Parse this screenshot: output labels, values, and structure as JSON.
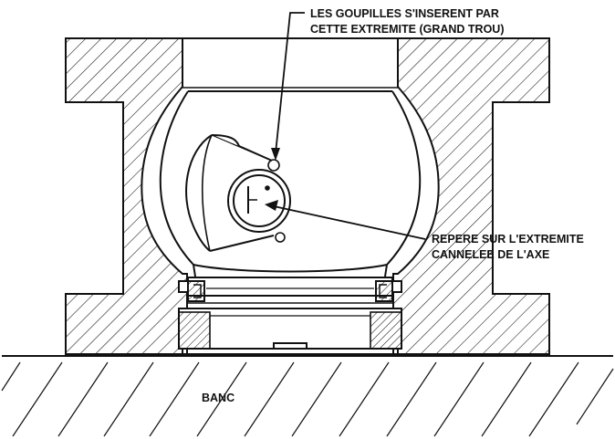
{
  "callouts": {
    "pins_line1": "LES GOUPILLES S'INSERENT PAR",
    "pins_line2": "CETTE EXTREMITE (GRAND TROU)",
    "mark_line1": "REPERE SUR L'EXTREMITE",
    "mark_line2": "CANNELEE DE L'AXE"
  },
  "bench_label": "BANC",
  "colors": {
    "ink": "#111111",
    "background": "#ffffff"
  }
}
